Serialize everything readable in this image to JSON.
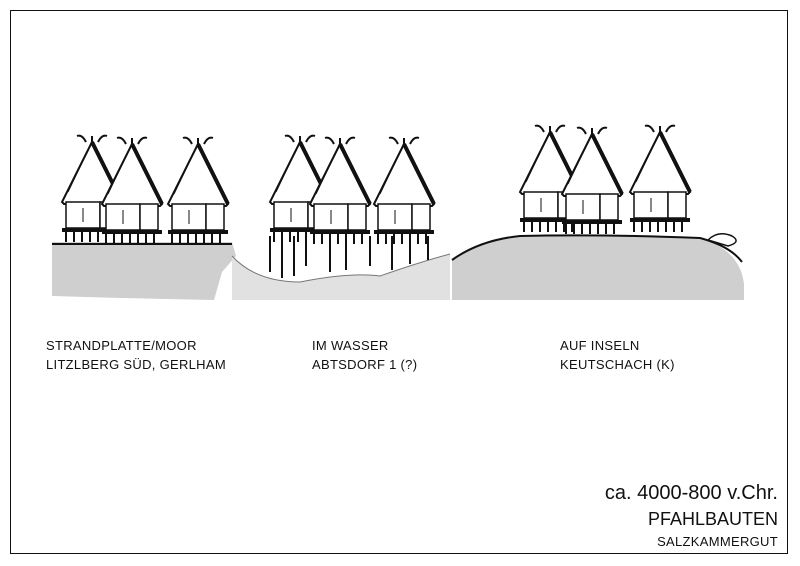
{
  "settlements": [
    {
      "type_label": "STRANDPLATTE/MOOR",
      "site_label": "LITZLBERG SÜD, GERLHAM"
    },
    {
      "type_label": "IM WASSER",
      "site_label": "ABTSDORF 1 (?)"
    },
    {
      "type_label": "AUF INSELN",
      "site_label": "KEUTSCHACH (K)"
    }
  ],
  "footer": {
    "date": "ca. 4000-800 v.Chr.",
    "title": "PFAHLBAUTEN",
    "region": "SALZKAMMERGUT"
  },
  "colors": {
    "ink": "#111111",
    "ground_gray": "#c9c9c9",
    "water_gray": "#dedede"
  }
}
